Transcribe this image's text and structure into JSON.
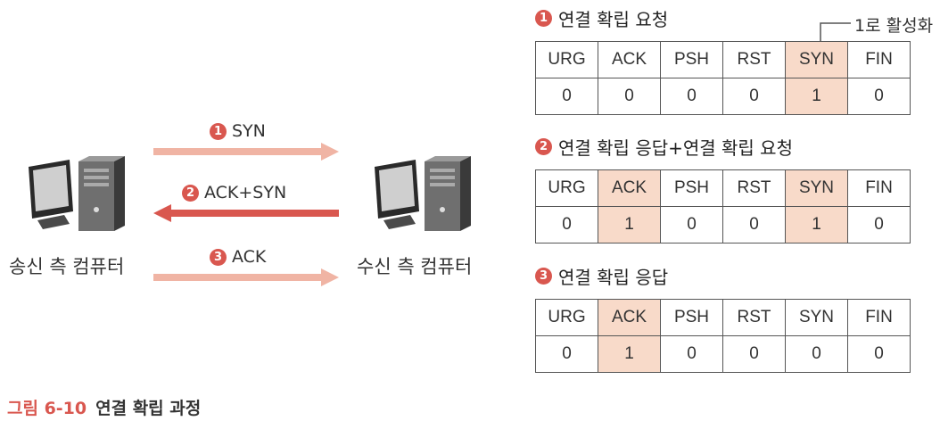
{
  "sender": {
    "label": "송신 측 컴퓨터"
  },
  "receiver": {
    "label": "수신 측 컴퓨터"
  },
  "arrows": [
    {
      "num": "1",
      "label": "SYN",
      "direction": "right"
    },
    {
      "num": "2",
      "label": "ACK+SYN",
      "direction": "left"
    },
    {
      "num": "3",
      "label": "ACK",
      "direction": "right"
    }
  ],
  "callout": "1로 활성화",
  "flags_header": [
    "URG",
    "ACK",
    "PSH",
    "RST",
    "SYN",
    "FIN"
  ],
  "steps": [
    {
      "num": "1",
      "title": "연결 확립 요청",
      "values": [
        "0",
        "0",
        "0",
        "0",
        "1",
        "0"
      ],
      "highlight": [
        4
      ]
    },
    {
      "num": "2",
      "title": "연결 확립 응답+연결 확립 요청",
      "values": [
        "0",
        "1",
        "0",
        "0",
        "1",
        "0"
      ],
      "highlight": [
        1,
        4
      ]
    },
    {
      "num": "3",
      "title": "연결 확립 응답",
      "values": [
        "0",
        "1",
        "0",
        "0",
        "0",
        "0"
      ],
      "highlight": [
        1
      ]
    }
  ],
  "caption": {
    "number": "그림 6-10",
    "text": "연결 확립 과정"
  },
  "colors": {
    "accent": "#d9574f",
    "highlight": "#f8dac9",
    "arrow_light": "#f0b4a4"
  }
}
